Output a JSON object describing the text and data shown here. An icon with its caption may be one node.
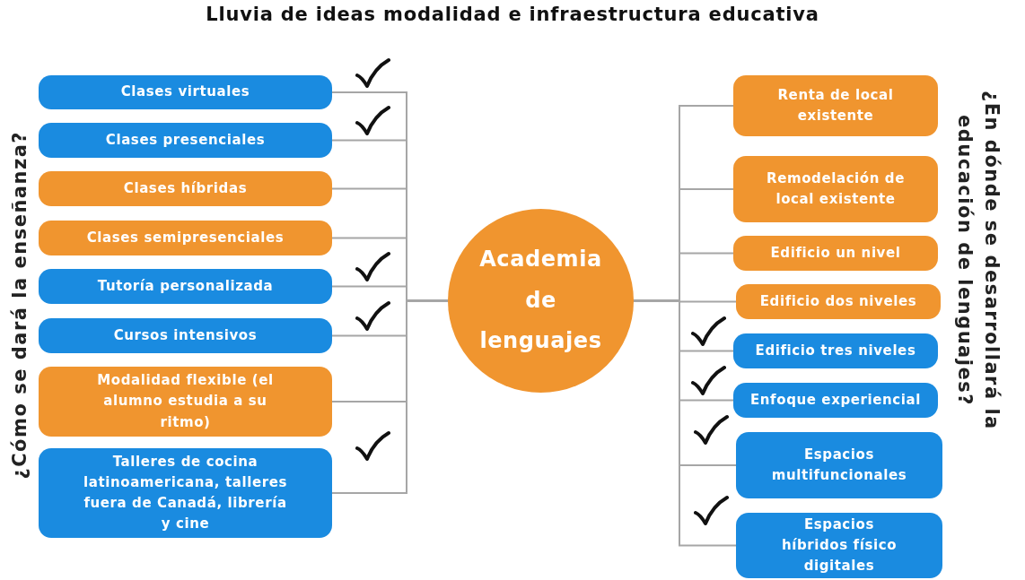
{
  "diagram": {
    "title": "Lluvia de ideas modalidad e infraestructura educativa",
    "nodes": [
      {
        "text": [
          "Academia de lenguajes"
        ]
      },
      {
        "text": [
          "Clases virtuales"
        ]
      },
      {
        "text": [
          "Clases presenciales"
        ]
      },
      {
        "text": [
          "Clases híbridas"
        ]
      },
      {
        "text": [
          "Clases semipresenciales"
        ]
      },
      {
        "text": [
          "Tutoría personalizada"
        ]
      },
      {
        "text": [
          "Cursos intensivos"
        ]
      },
      {
        "text": [
          "Modalidad flexible (el alumno estudia a su ritmo)"
        ]
      },
      {
        "text": [
          "Talleres de cocina latinoamericana, talleres fuera de Canadá, librería  y cine"
        ]
      },
      {
        "text": [
          "Renta de local existente"
        ]
      },
      {
        "text": [
          "Remodelación de local existente"
        ]
      },
      {
        "text": [
          "Edificio un nivel"
        ]
      },
      {
        "text": [
          "Edificio dos niveles"
        ]
      },
      {
        "text": [
          "Edificio tres niveles"
        ]
      },
      {
        "text": [
          "Enfoque experiencial"
        ]
      },
      {
        "text": [
          "Espacios multifuncionales"
        ]
      },
      {
        "text": [
          "Espacios híbridos físico digitales"
        ]
      }
    ],
    "edges": [
      {
        "from": 0,
        "to": 1,
        "arrow": "none"
      },
      {
        "from": 0,
        "to": 2,
        "arrow": "none"
      },
      {
        "from": 0,
        "to": 3,
        "arrow": "none"
      },
      {
        "from": 0,
        "to": 4,
        "arrow": "none"
      },
      {
        "from": 0,
        "to": 5,
        "arrow": "none"
      },
      {
        "from": 0,
        "to": 6,
        "arrow": "none"
      },
      {
        "from": 0,
        "to": 7,
        "arrow": "none"
      },
      {
        "from": 0,
        "to": 8,
        "arrow": "none"
      },
      {
        "from": 0,
        "to": 9,
        "arrow": "none"
      },
      {
        "from": 0,
        "to": 10,
        "arrow": "none"
      },
      {
        "from": 0,
        "to": 11,
        "arrow": "none"
      },
      {
        "from": 0,
        "to": 12,
        "arrow": "none"
      },
      {
        "from": 0,
        "to": 13,
        "arrow": "none"
      },
      {
        "from": 0,
        "to": 14,
        "arrow": "none"
      },
      {
        "from": 0,
        "to": 15,
        "arrow": "none"
      },
      {
        "from": 0,
        "to": 16,
        "arrow": "none"
      }
    ],
    "labels": [
      "¿Cómo se dará la enseñanza?",
      "¿En dónde se desarrollará la educación de lenguajes?"
    ]
  }
}
